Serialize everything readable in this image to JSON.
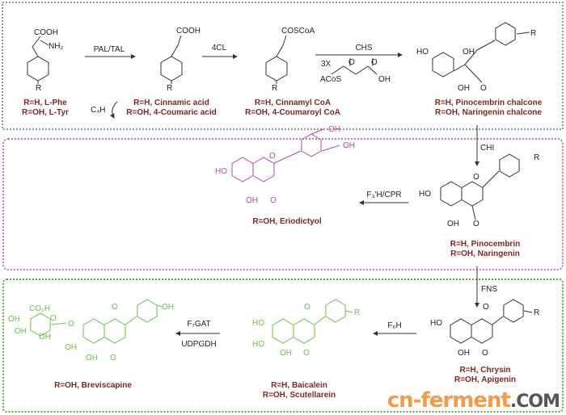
{
  "colors": {
    "top_box": "#777777",
    "middle_box": "#a04a9a",
    "bottom_box": "#5aaa3a",
    "label": "#7a2a22",
    "magenta": "#b44aa8",
    "green": "#6cbf4a"
  },
  "stage1": {
    "phe": {
      "groups": [
        "COOH",
        "NH₂",
        "R"
      ],
      "labels": [
        "R=H, L-Phe",
        "R=OH, L-Tyr"
      ]
    },
    "pal_tal": "PAL/TAL",
    "cinnamic": {
      "groups": [
        "COOH",
        "R"
      ],
      "labels": [
        "R=H, Cinnamic acid",
        "R=OH, 4-Coumaric acid"
      ]
    },
    "c4h": "C₄H",
    "fourcl": "4CL",
    "coa": {
      "groups": [
        "COSCoA",
        "R"
      ],
      "labels": [
        "R=H, Cinnamyl CoA",
        "R=OH, 4-Coumaroyl CoA"
      ]
    },
    "chs": "CHS",
    "malonyl": {
      "count": "3X",
      "groups": [
        "O",
        "O",
        "ACoS",
        "OH"
      ]
    },
    "chalcone": {
      "groups": [
        "HO",
        "OH",
        "OH",
        "O",
        "R"
      ],
      "labels": [
        "R=H, Pinocembrin chalcone",
        "R=OH, Naringenin chalcone"
      ]
    }
  },
  "stage2": {
    "chi": "CHI",
    "pinocembrin": {
      "groups": [
        "HO",
        "OH",
        "O",
        "O",
        "R"
      ],
      "labels": [
        "R=H, Pinocembrin",
        "R=OH, Naringenin"
      ]
    },
    "f3h": "F₃'H/CPR",
    "eriodictyol": {
      "groups": [
        "HO",
        "OH",
        "O",
        "O",
        "OH",
        "OH"
      ],
      "labels": [
        "R=OH, Eriodictyol"
      ]
    }
  },
  "stage3": {
    "fns": "FNS",
    "chrysin": {
      "groups": [
        "HO",
        "OH",
        "O",
        "O",
        "R"
      ],
      "labels": [
        "R=H, Chrysin",
        "R=OH, Apigenin"
      ]
    },
    "f6h": "F₆H",
    "baicalein": {
      "groups": [
        "HO",
        "HO",
        "OH",
        "O",
        "O",
        "R"
      ],
      "labels": [
        "R=H, Baicalein",
        "R=OH, Scutellarein"
      ]
    },
    "f7gat": "F₇GAT",
    "udpgdh": "UDPGDH",
    "breviscapine": {
      "groups": [
        "CO₂H",
        "O",
        "OH",
        "OH",
        "OH",
        "O",
        "OH",
        "OH",
        "O",
        "O",
        "OH"
      ],
      "labels": [
        "R=OH, Breviscapine"
      ]
    }
  },
  "watermark": {
    "main": "cn-ferment",
    "suffix": ".COM"
  }
}
